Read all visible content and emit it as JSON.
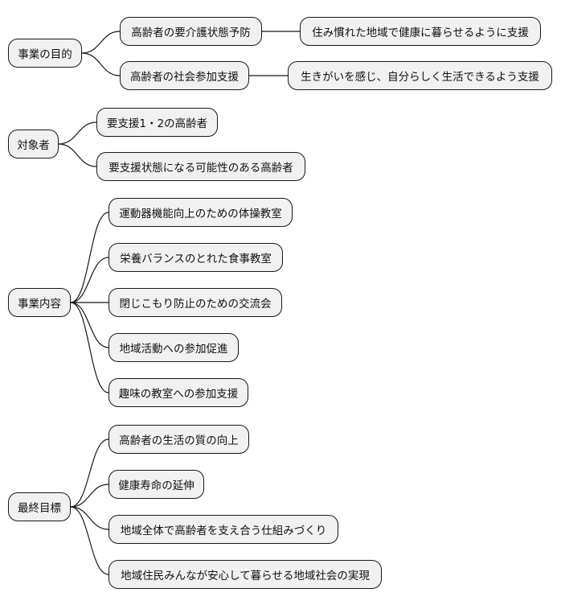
{
  "mindmap": {
    "branches": [
      {
        "label": "事業の目的",
        "children": [
          {
            "label": "高齢者の要介護状態予防",
            "children": [
              {
                "label": "住み慣れた地域で健康に暮らせるように支援"
              }
            ]
          },
          {
            "label": "高齢者の社会参加支援",
            "children": [
              {
                "label": "生きがいを感じ、自分らしく生活できるよう支援"
              }
            ]
          }
        ]
      },
      {
        "label": "対象者",
        "children": [
          {
            "label": "要支援1・2の高齢者"
          },
          {
            "label": "要支援状態になる可能性のある高齢者"
          }
        ]
      },
      {
        "label": "事業内容",
        "children": [
          {
            "label": "運動器機能向上のための体操教室"
          },
          {
            "label": "栄養バランスのとれた食事教室"
          },
          {
            "label": "閉じこもり防止のための交流会"
          },
          {
            "label": "地域活動への参加促進"
          },
          {
            "label": "趣味の教室への参加支援"
          }
        ]
      },
      {
        "label": "最終目標",
        "children": [
          {
            "label": "高齢者の生活の質の向上"
          },
          {
            "label": "健康寿命の延伸"
          },
          {
            "label": "地域全体で高齢者を支え合う仕組みづくり"
          },
          {
            "label": "地域住民みんなが安心して暮らせる地域社会の実現"
          }
        ]
      }
    ]
  }
}
